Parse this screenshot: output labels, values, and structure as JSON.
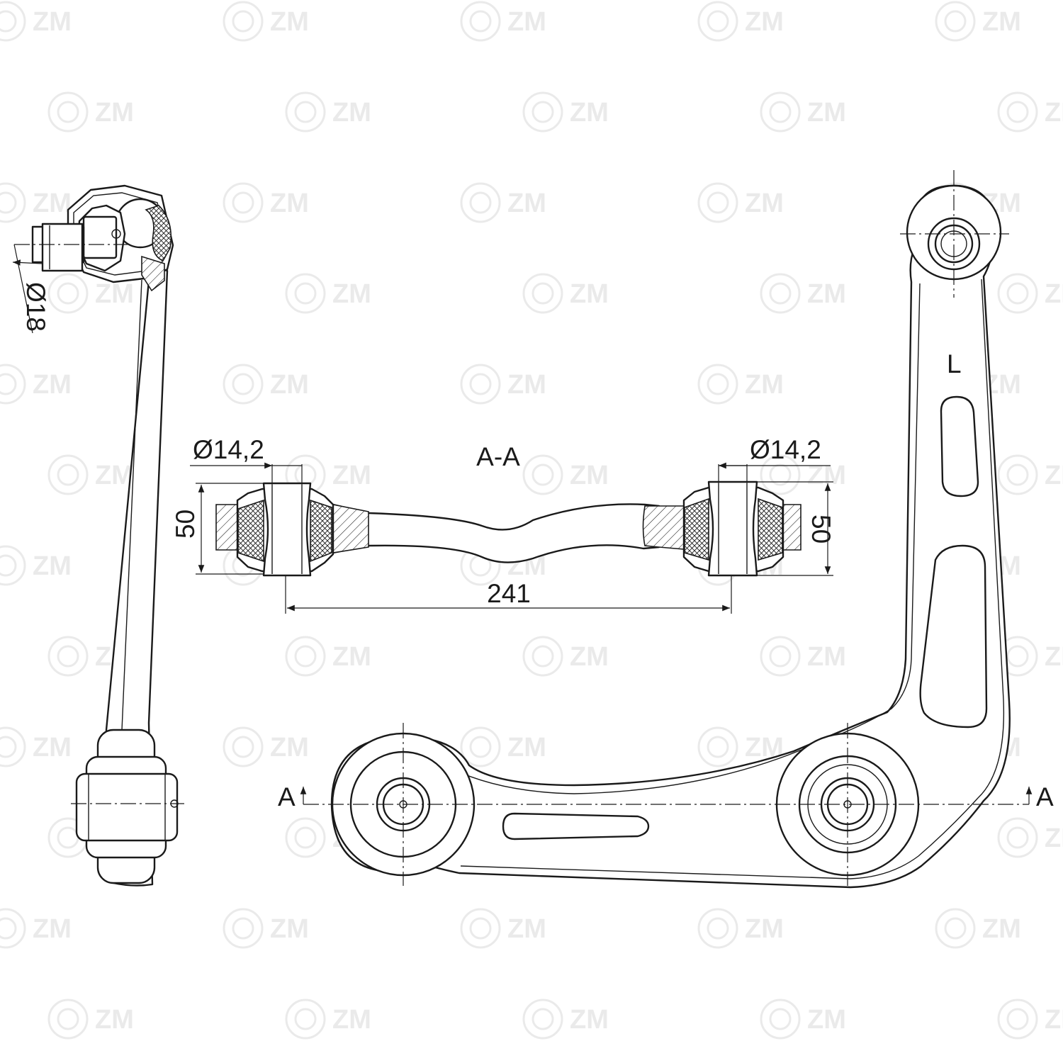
{
  "watermark": {
    "text": "ZM",
    "color": "#d9d9d9"
  },
  "section": {
    "title": "A-A"
  },
  "dimensions": {
    "ball_pin_diameter": "Ø18",
    "bushing_left_bore": "Ø14,2",
    "bushing_right_bore": "Ø14,2",
    "bushing_left_width": "50",
    "bushing_right_width": "50",
    "bushing_center_distance": "241"
  },
  "section_markers": {
    "left": "A",
    "right": "A"
  },
  "side_label": "L"
}
